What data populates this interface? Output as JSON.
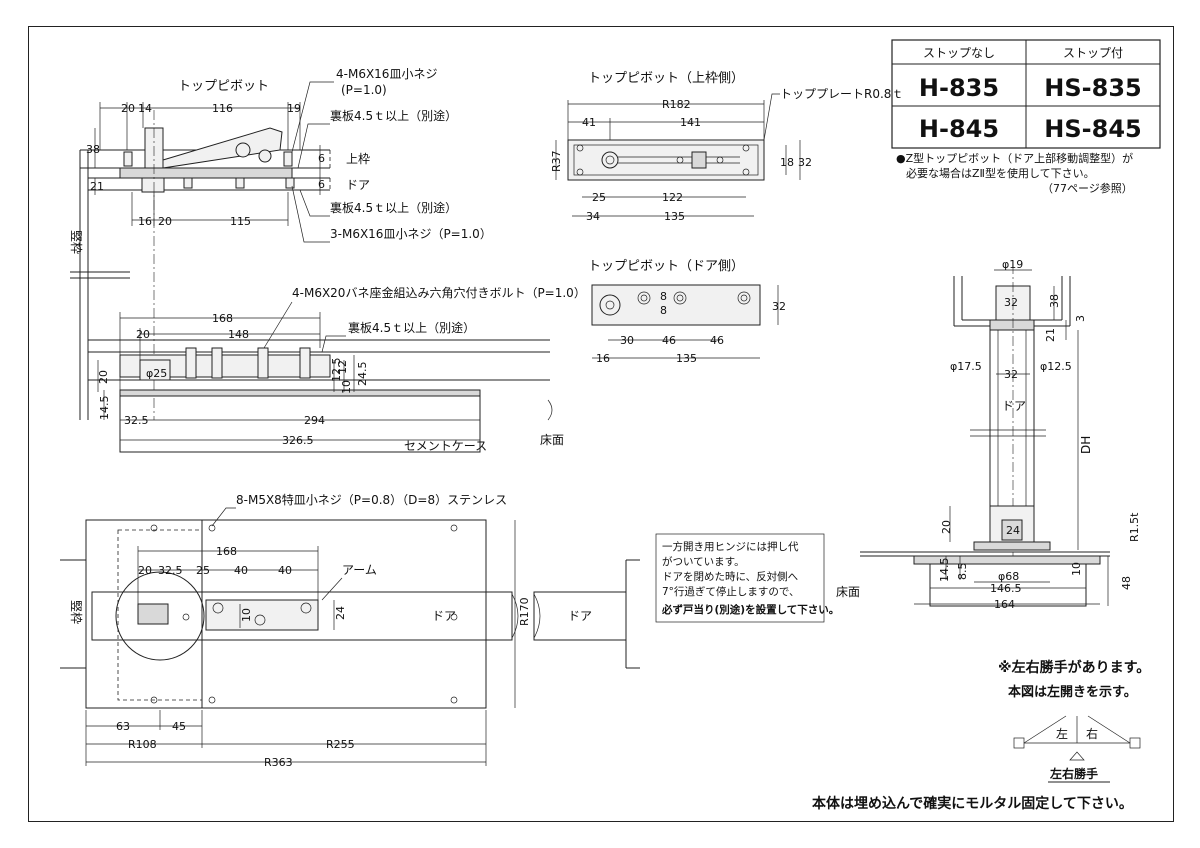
{
  "model_table": {
    "header_no_stop": "ストップなし",
    "header_with_stop": "ストップ付",
    "row1_no_stop": "H-835",
    "row1_with_stop": "HS-835",
    "row2_no_stop": "H-845",
    "row2_with_stop": "HS-845"
  },
  "z_note": {
    "line1": "●Z型トップピボット（ドア上部移動調整型）が",
    "line2": "必要な場合はZⅡ型を使用して下さい。",
    "line3": "（77ページ参照）"
  },
  "section_titles": {
    "top_pivot": "トップピボット",
    "top_pivot_frame": "トップピボット（上枠側）",
    "top_pivot_door": "トップピボット（ドア側）"
  },
  "callouts": {
    "screw_top": "4-M6X16皿小ネジ",
    "screw_top_pitch": "(P=1.0)",
    "backplate_top": "裏板4.5ｔ以上（別途）",
    "upper_frame": "上枠",
    "door": "ドア",
    "backplate_bottom": "裏板4.5ｔ以上（別途）",
    "screw_bottom": "3-M6X16皿小ネジ（P=1.0）",
    "top_plate": "トッププレートR0.8ｔ",
    "bolt": "4-M6X20バネ座金組込み六角穴付きボルト（P=1.0）",
    "backplate_mid": "裏板4.5ｔ以上（別途）",
    "cement_case": "セメントケース",
    "floor": "床面",
    "stile": "竪枠",
    "screw_plan": "8-M5X8特皿小ネジ（P=0.8）（D=8）ステンレス",
    "arm": "アーム",
    "door_plan_1": "ドア",
    "door_plan_2": "ドア",
    "floor_right": "床面",
    "door_right": "ドア",
    "dh": "DH"
  },
  "hinge_note": {
    "line1": "一方開き用ヒンジには押し代",
    "line2": "がついています。",
    "line3": "ドアを閉めた時に、反対側へ",
    "line4": "7°行過ぎて停止しますので、",
    "line5": "必ず戸当り(別途)を設置して下さい。"
  },
  "dims_top_pivot": [
    "20",
    "14",
    "116",
    "19",
    "38",
    "6",
    "6",
    "21",
    "16",
    "20",
    "115"
  ],
  "dims_frame_side": [
    "R182",
    "41",
    "141",
    "R37",
    "18",
    "32",
    "25",
    "122",
    "34",
    "135"
  ],
  "dims_door_side": [
    "8",
    "8",
    "32",
    "30",
    "46",
    "46",
    "16",
    "135"
  ],
  "dims_section": [
    "168",
    "20",
    "148",
    "20",
    "φ25",
    "12.5",
    "12",
    "10",
    "24.5",
    "14.5",
    "32.5",
    "294",
    "326.5"
  ],
  "dims_plan": [
    "168",
    "20",
    "32.5",
    "25",
    "40",
    "40",
    "24",
    "10",
    "R170",
    "63",
    "45",
    "R108",
    "R255",
    "R363"
  ],
  "dims_right": [
    "φ19",
    "32",
    "38",
    "3",
    "21",
    "φ17.5",
    "φ12.5",
    "32",
    "20",
    "24",
    "R1.5t",
    "φ68",
    "14.5",
    "8.5",
    "10",
    "146.5",
    "164",
    "48"
  ],
  "handed_note": {
    "line1": "※左右勝手があります。",
    "line2": "本図は左開きを示す。",
    "left": "左",
    "right": "右",
    "caption": "左右勝手"
  },
  "footer_note": "本体は埋め込んで確実にモルタル固定して下さい。"
}
